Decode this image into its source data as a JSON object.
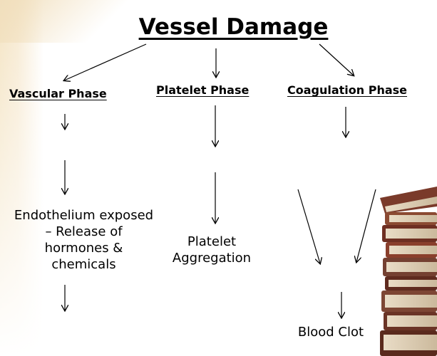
{
  "title": "Vessel Damage",
  "phases": {
    "vascular": "Vascular Phase",
    "platelet": "Platelet Phase",
    "coagulation": "Coagulation Phase"
  },
  "steps": {
    "endothelium": [
      "Endothelium exposed",
      "– Release of",
      "hormones &",
      "chemicals"
    ],
    "platelet": [
      "Platelet",
      "Aggregation"
    ],
    "clot": "Blood Clot"
  }
}
